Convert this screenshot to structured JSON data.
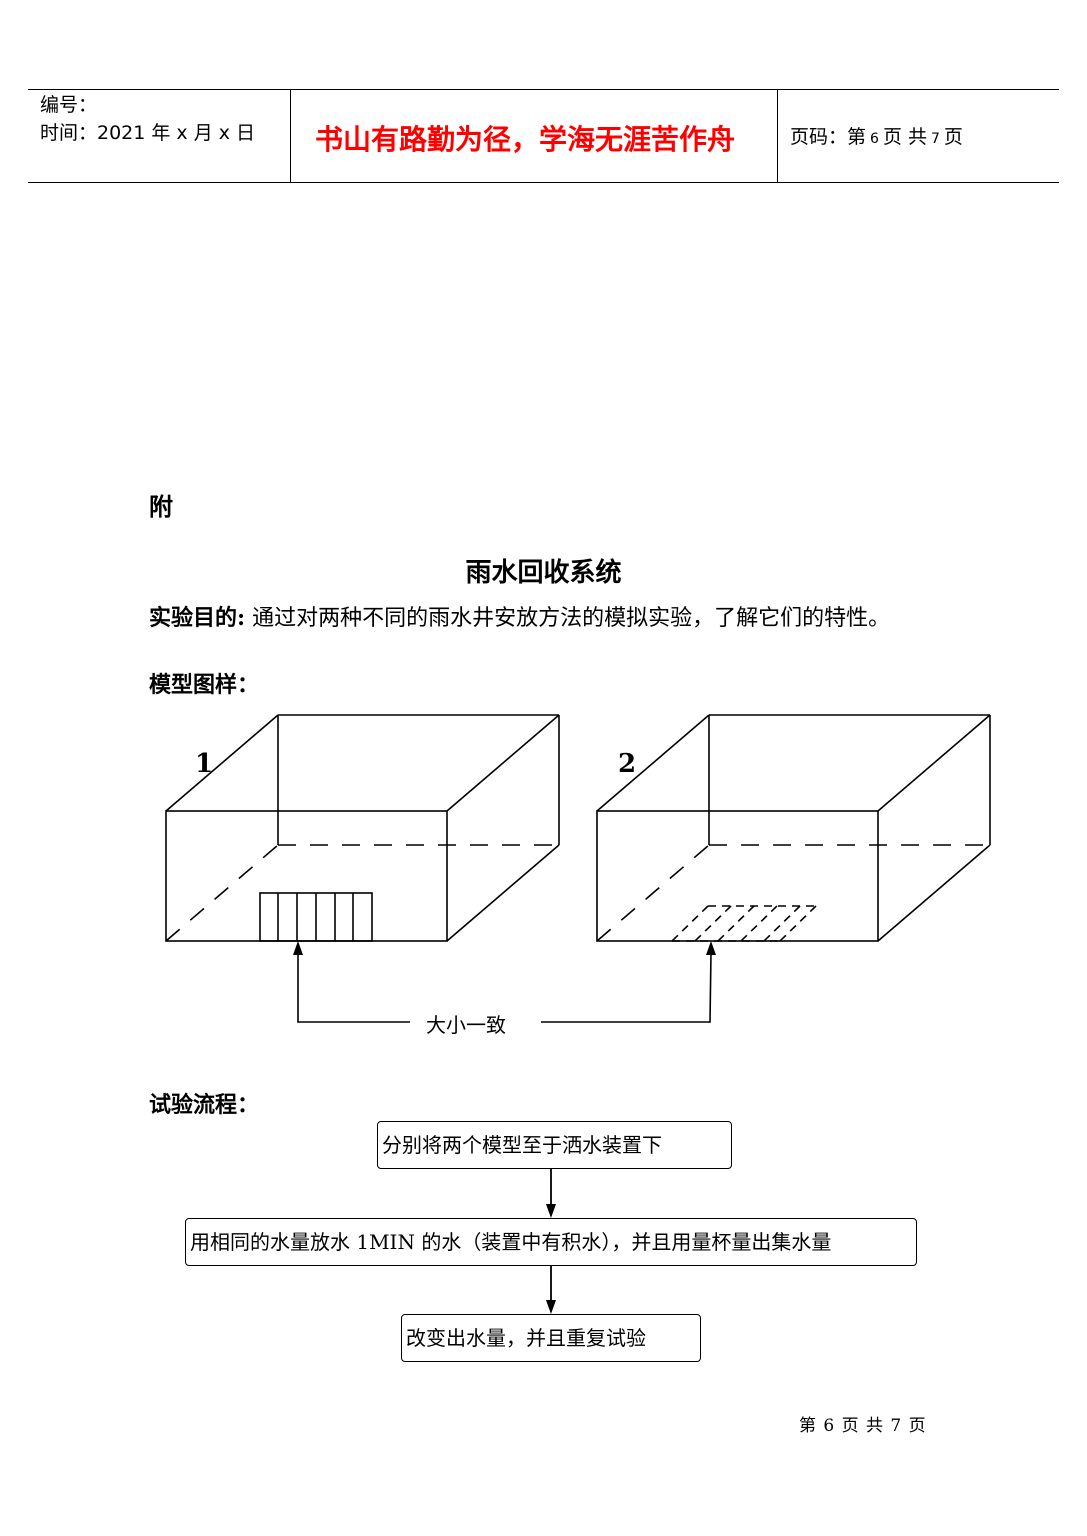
{
  "header": {
    "serial_label": "编号：",
    "time_prefix": "时间：2021 年 x 月 x 日",
    "motto": "书山有路勤为径，学海无涯苦作舟",
    "motto_color": "#ff0000",
    "page_prefix": "页码：第",
    "page_current": "6",
    "page_mid": "页  共",
    "page_total": "7",
    "page_suffix": "页"
  },
  "section_mark": "附",
  "title": "雨水回收系统",
  "purpose": {
    "label": "实验目的:",
    "text": " 通过对两种不同的雨水井安放方法的模拟实验，了解它们的特性。"
  },
  "model_label": "模型图样：",
  "diagram": {
    "model1_number": "1",
    "model2_number": "2",
    "size_note": "大小一致"
  },
  "process_label": "试验流程：",
  "flow": {
    "step1": "分别将两个模型至于洒水装置下",
    "step2": "用相同的水量放水 1MIN 的水（装置中有积水），并且用量杯量出集水量",
    "step3": "改变出水量，并且重复试验"
  },
  "footer": {
    "text": "第 6 页 共 7 页"
  }
}
